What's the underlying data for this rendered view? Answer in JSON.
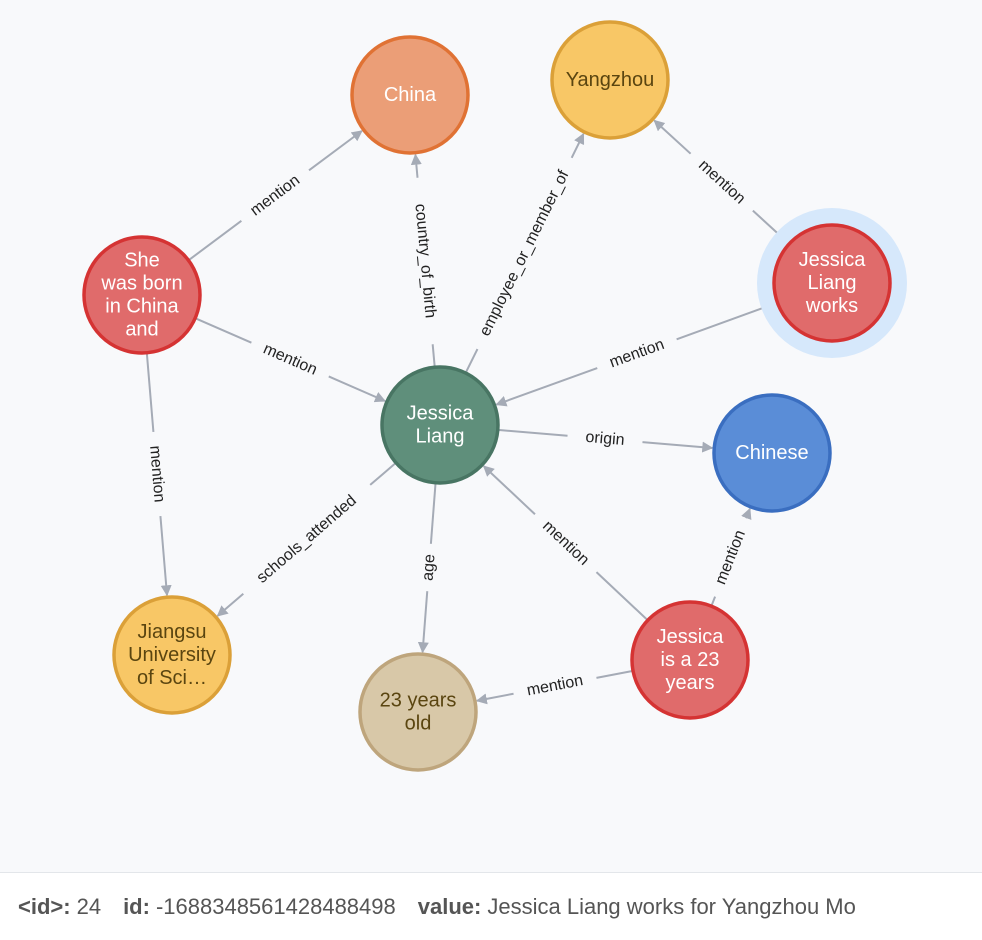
{
  "graph": {
    "nodes": [
      {
        "id": "china",
        "lines": [
          "China"
        ],
        "fill": "#eb9e77",
        "stroke": "#e07234",
        "text": "#ffffff"
      },
      {
        "id": "yangzhou",
        "lines": [
          "Yangzhou"
        ],
        "fill": "#f8c766",
        "stroke": "#dba038",
        "text": "#5a4510"
      },
      {
        "id": "she-born",
        "lines": [
          "She",
          "was born",
          "in China",
          "and"
        ],
        "fill": "#e06b6b",
        "stroke": "#d53333",
        "text": "#ffffff"
      },
      {
        "id": "jessica-works",
        "lines": [
          "Jessica",
          "Liang",
          "works"
        ],
        "fill": "#e06b6b",
        "stroke": "#d53333",
        "text": "#ffffff",
        "selected": true
      },
      {
        "id": "jessica-liang",
        "lines": [
          "Jessica",
          "Liang"
        ],
        "fill": "#5f8f7b",
        "stroke": "#487563",
        "text": "#ffffff"
      },
      {
        "id": "chinese",
        "lines": [
          "Chinese"
        ],
        "fill": "#5a8dd7",
        "stroke": "#3a6ec0",
        "text": "#ffffff"
      },
      {
        "id": "jiangsu",
        "lines": [
          "Jiangsu",
          "University",
          "of Sci…"
        ],
        "fill": "#f8c766",
        "stroke": "#dba038",
        "text": "#5a4510"
      },
      {
        "id": "23-years",
        "lines": [
          "23 years",
          "old"
        ],
        "fill": "#d8c8a8",
        "stroke": "#bea57c",
        "text": "#5a4510"
      },
      {
        "id": "jessica-23",
        "lines": [
          "Jessica",
          "is a 23",
          "years"
        ],
        "fill": "#e06b6b",
        "stroke": "#d53333",
        "text": "#ffffff"
      }
    ],
    "edges": [
      {
        "from": "she-born",
        "to": "china",
        "label": "mention"
      },
      {
        "from": "jessica-liang",
        "to": "china",
        "label": "country_of_birth"
      },
      {
        "from": "jessica-liang",
        "to": "yangzhou",
        "label": "employee_or_member_of"
      },
      {
        "from": "jessica-works",
        "to": "yangzhou",
        "label": "mention"
      },
      {
        "from": "she-born",
        "to": "jessica-liang",
        "label": "mention"
      },
      {
        "from": "jessica-works",
        "to": "jessica-liang",
        "label": "mention"
      },
      {
        "from": "jessica-liang",
        "to": "chinese",
        "label": "origin"
      },
      {
        "from": "she-born",
        "to": "jiangsu",
        "label": "mention"
      },
      {
        "from": "jessica-liang",
        "to": "jiangsu",
        "label": "schools_attended"
      },
      {
        "from": "jessica-liang",
        "to": "23-years",
        "label": "age"
      },
      {
        "from": "jessica-23",
        "to": "jessica-liang",
        "label": "mention"
      },
      {
        "from": "jessica-23",
        "to": "chinese",
        "label": "mention"
      },
      {
        "from": "jessica-23",
        "to": "23-years",
        "label": "mention"
      }
    ],
    "edge_color": "#a5abb6",
    "selection_halo_color": "#d6e8fb"
  },
  "details": {
    "props": [
      {
        "key": "<id>:",
        "value": "24"
      },
      {
        "key": "id:",
        "value": "-1688348561428488498"
      },
      {
        "key": "value:",
        "value": "Jessica Liang works for Yangzhou Mo"
      }
    ]
  }
}
